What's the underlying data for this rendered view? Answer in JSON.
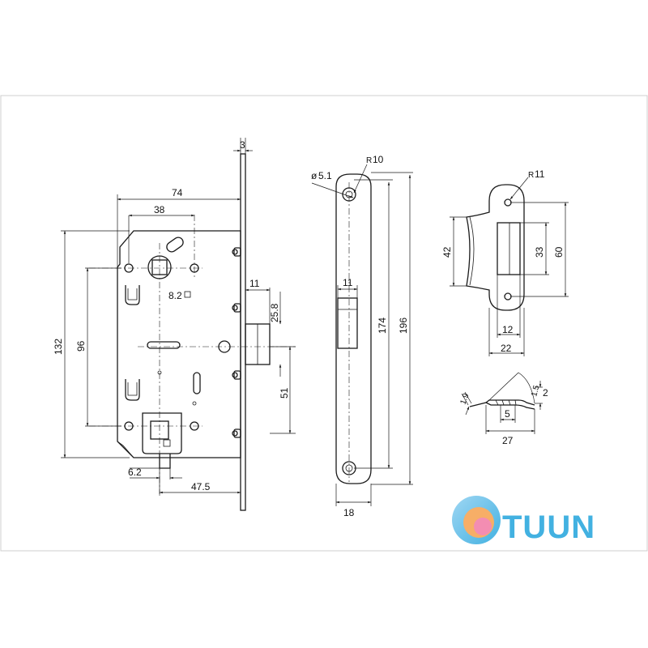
{
  "lock_body": {
    "dim_faceplate_thickness": "3",
    "dim_body_width": "74",
    "dim_backset_spindle": "38",
    "dim_body_height": "132",
    "dim_hole_spacing": "96",
    "dim_latch_projection": "11",
    "dim_latch_height": "25.8",
    "dim_latch_to_bolt": "51",
    "dim_square": "8.2",
    "dim_bolt_offset": "6.2",
    "dim_bolt_backset": "47.5"
  },
  "faceplate": {
    "dim_hole_diameter": "5.1",
    "dim_radius": "10",
    "dim_slot_width": "11",
    "dim_hole_spacing": "174",
    "dim_length": "196",
    "dim_width": "18"
  },
  "strike_plate": {
    "dim_radius": "11",
    "dim_lip_height": "42",
    "dim_slot_height": "33",
    "dim_height": "60",
    "dim_slot_width": "12",
    "dim_width": "22"
  },
  "strike_side_view": {
    "dim_thickness": "1.9",
    "dim_angle_rise": "2",
    "dim_angle_small": "1.5",
    "dim_offset": "5",
    "dim_length": "27"
  },
  "brand": {
    "logo_text": "TUUN",
    "colors": {
      "logo_blue": "#22a4dc",
      "logo_orange": "#f6a04d",
      "logo_pink": "#f27aa5"
    }
  }
}
